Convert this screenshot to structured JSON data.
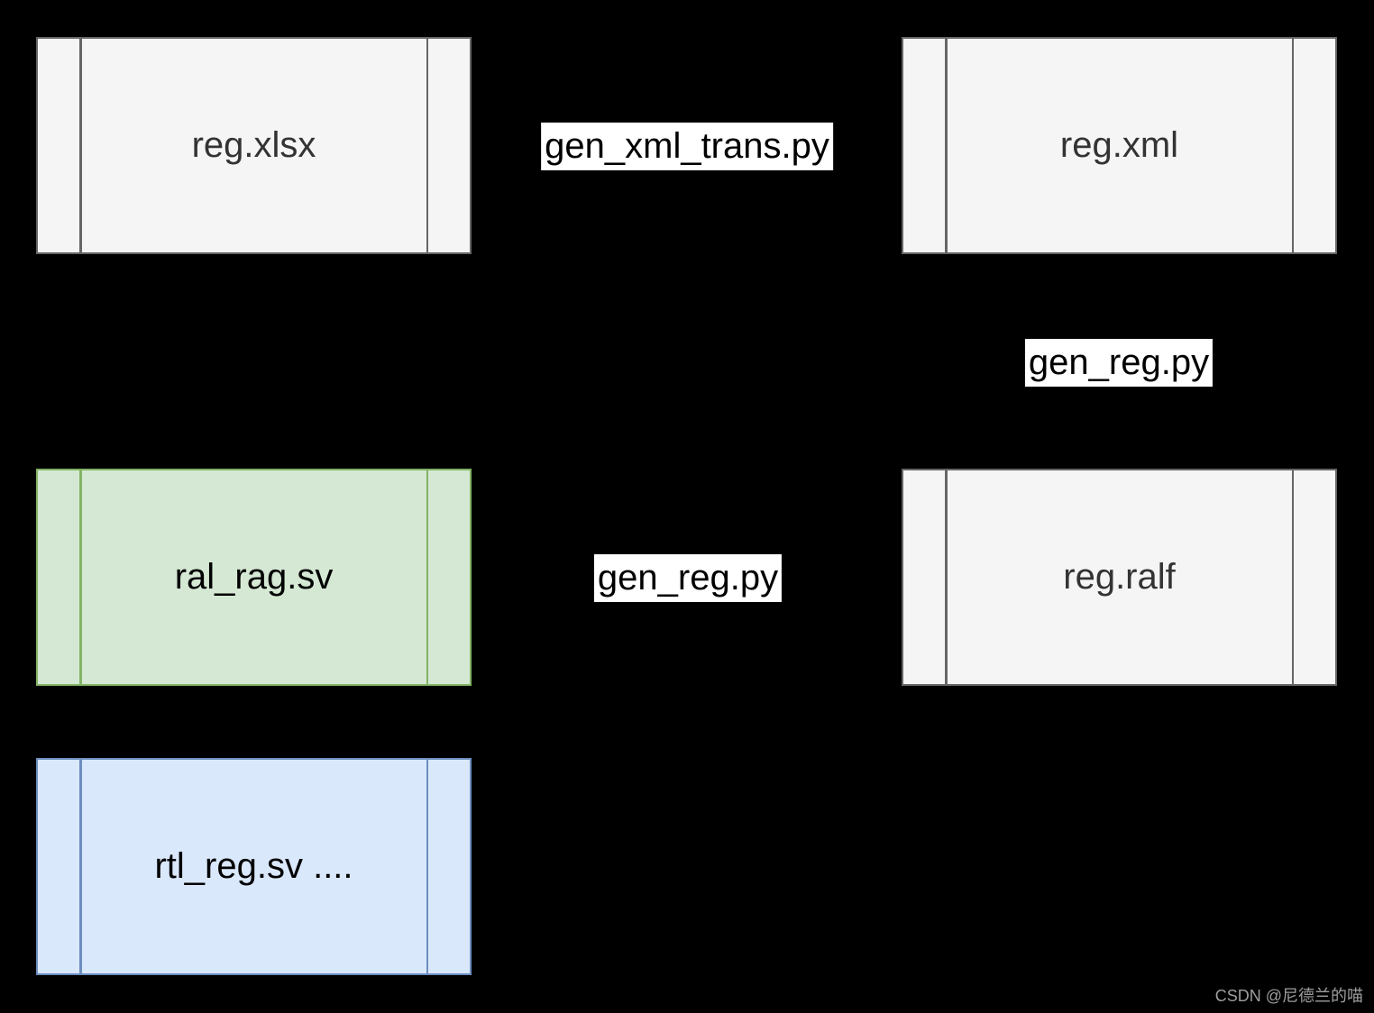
{
  "diagram": {
    "background_color": "#000000",
    "nodes": [
      {
        "id": "reg-xlsx",
        "label": "reg.xlsx",
        "shape": "predefined-process",
        "fill": "#f5f5f5",
        "stroke": "#666666",
        "text_color": "#333333"
      },
      {
        "id": "reg-xml",
        "label": "reg.xml",
        "shape": "predefined-process",
        "fill": "#f5f5f5",
        "stroke": "#666666",
        "text_color": "#333333"
      },
      {
        "id": "ral-rag",
        "label": "ral_rag.sv",
        "shape": "predefined-process",
        "fill": "#d5e8d4",
        "stroke": "#82b366",
        "text_color": "#000000"
      },
      {
        "id": "reg-ralf",
        "label": "reg.ralf",
        "shape": "predefined-process",
        "fill": "#f5f5f5",
        "stroke": "#666666",
        "text_color": "#333333"
      },
      {
        "id": "rtl-reg",
        "label": "rtl_reg.sv ....",
        "shape": "predefined-process",
        "fill": "#dae8fc",
        "stroke": "#6c8ebf",
        "text_color": "#000000"
      }
    ],
    "edge_labels": [
      {
        "id": "gen-xml-trans",
        "label": "gen_xml_trans.py",
        "bg": "#ffffff",
        "text_color": "#000000"
      },
      {
        "id": "gen-reg-upper",
        "label": "gen_reg.py",
        "bg": "#ffffff",
        "text_color": "#000000"
      },
      {
        "id": "gen-reg-lower",
        "label": "gen_reg.py",
        "bg": "#ffffff",
        "text_color": "#000000"
      }
    ],
    "watermark": "CSDN @尼德兰的喵"
  }
}
